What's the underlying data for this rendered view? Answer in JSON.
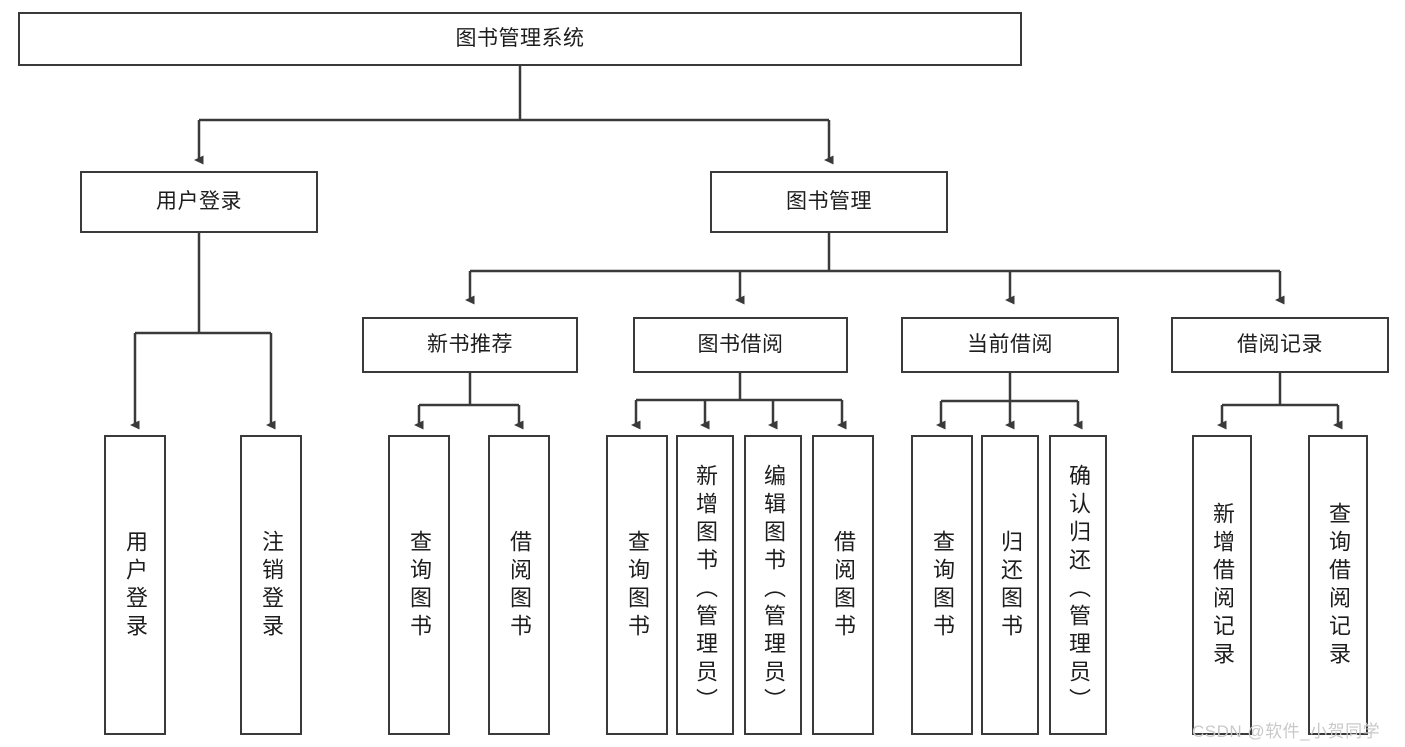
{
  "diagram": {
    "type": "tree",
    "title": "图书管理系统",
    "levels": {
      "root": {
        "label": "图书管理系统"
      },
      "level2": [
        {
          "label": "用户登录"
        },
        {
          "label": "图书管理"
        }
      ],
      "level3": [
        {
          "label": "新书推荐"
        },
        {
          "label": "图书借阅"
        },
        {
          "label": "当前借阅"
        },
        {
          "label": "借阅记录"
        }
      ],
      "leaves": [
        {
          "label": "用户登录",
          "parent": "用户登录"
        },
        {
          "label": "注销登录",
          "parent": "用户登录"
        },
        {
          "label": "查询图书",
          "parent": "新书推荐"
        },
        {
          "label": "借阅图书",
          "parent": "新书推荐"
        },
        {
          "label": "查询图书",
          "parent": "图书借阅"
        },
        {
          "label": "新增图书（管理员）",
          "parent": "图书借阅"
        },
        {
          "label": "编辑图书（管理员）",
          "parent": "图书借阅"
        },
        {
          "label": "借阅图书",
          "parent": "图书借阅"
        },
        {
          "label": "查询图书",
          "parent": "当前借阅"
        },
        {
          "label": "归还图书",
          "parent": "当前借阅"
        },
        {
          "label": "确认归还（管理员）",
          "parent": "当前借阅"
        },
        {
          "label": "新增借阅记录",
          "parent": "借阅记录"
        },
        {
          "label": "查询借阅记录",
          "parent": "借阅记录"
        }
      ]
    }
  },
  "watermark": {
    "text": "CSDN @软件_小贺同学",
    "color": "#c9c9c9"
  },
  "colors": {
    "stroke": "#3a3a3a",
    "fill": "#ffffff",
    "text": "#1d1d1d"
  }
}
